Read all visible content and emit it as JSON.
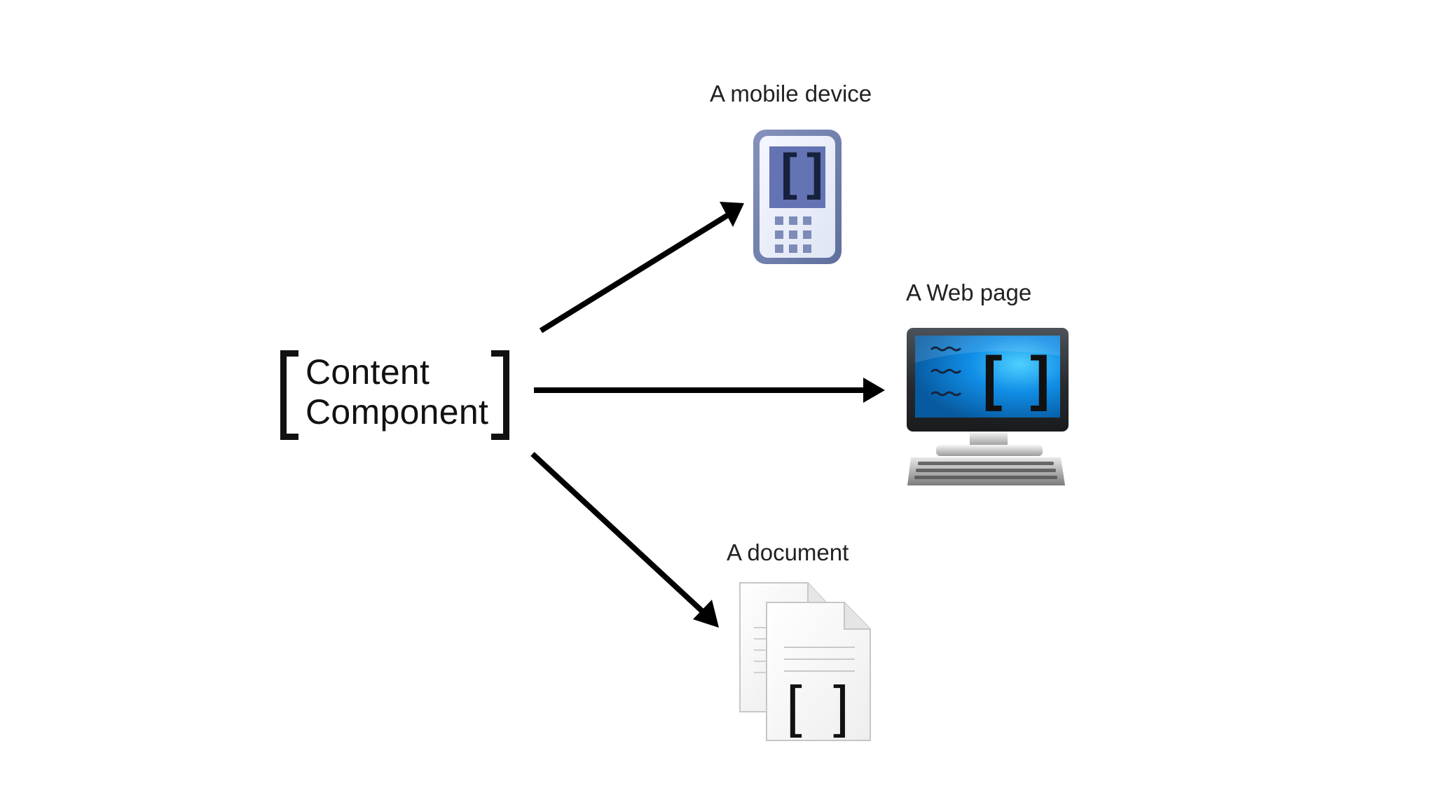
{
  "source": {
    "label_line_1": "Content",
    "label_line_2": "Component"
  },
  "targets": {
    "mobile": {
      "label": "A mobile device",
      "icon": "mobile-device-icon"
    },
    "web": {
      "label": "A Web page",
      "icon": "desktop-computer-icon"
    },
    "document": {
      "label": "A document",
      "icon": "document-icon"
    }
  },
  "colors": {
    "arrow": "#000000",
    "text": "#111111",
    "mobile_body": "#6f7faa",
    "mobile_screen": "#6575b6",
    "web_screen": "#0d73c8",
    "document_paper": "#f8f8f8"
  }
}
